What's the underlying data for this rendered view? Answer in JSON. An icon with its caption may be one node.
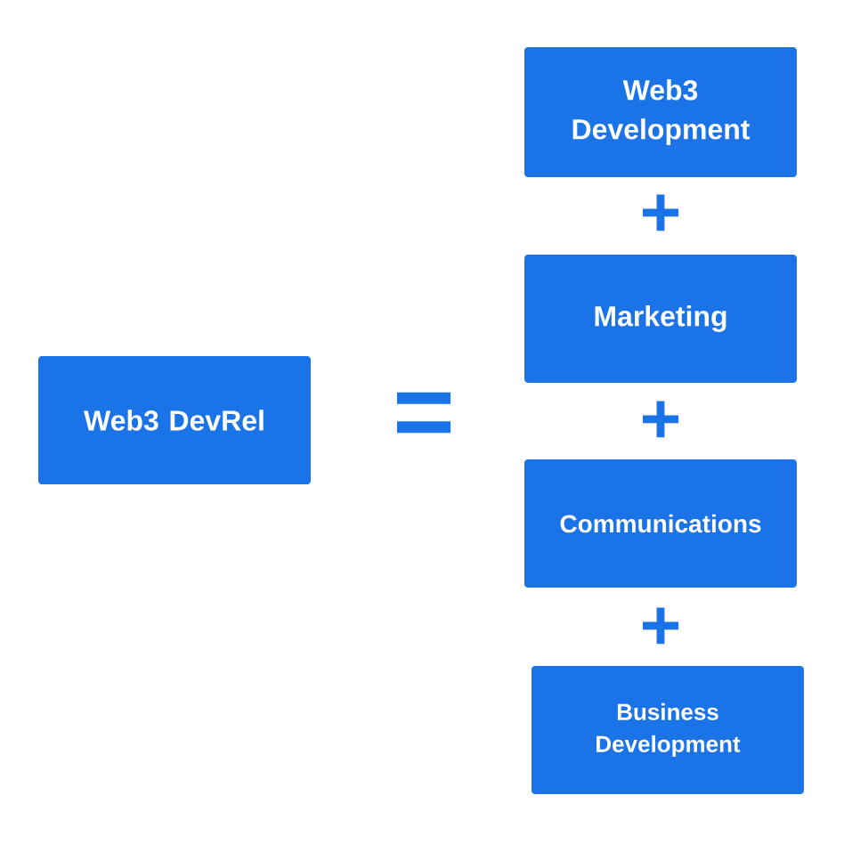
{
  "diagram": {
    "nodes": [
      {
        "text": [
          "Web3 DevRel"
        ]
      },
      {
        "text": [
          "Web3 Development"
        ]
      },
      {
        "text": [
          "Marketing"
        ]
      },
      {
        "text": [
          "Communications"
        ]
      },
      {
        "text": [
          "Business Development"
        ]
      }
    ],
    "labels": [
      "=",
      "+",
      "+",
      "+"
    ]
  }
}
